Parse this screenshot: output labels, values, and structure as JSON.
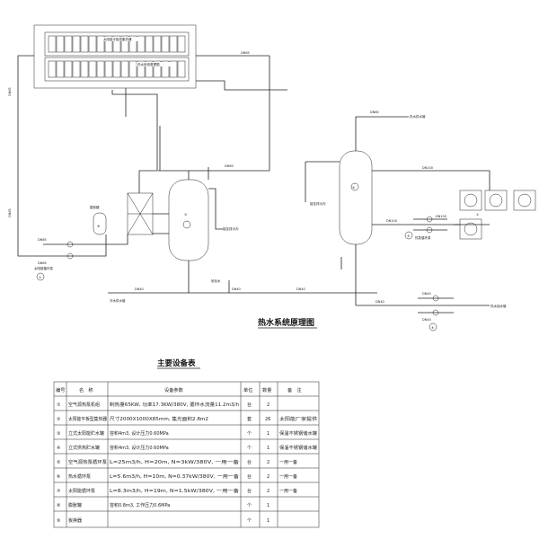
{
  "diagram": {
    "title": "热水系统原理图",
    "collector_label": "太阳能平板型集热器",
    "collector_label2": "热水系统原理图",
    "pipe_labels": [
      "DN65",
      "DN65",
      "DN65",
      "DN65",
      "DN65",
      "DN80",
      "DN100",
      "DN100",
      "DN100",
      "DN40",
      "DN40",
      "DN40",
      "DN40",
      "DN65",
      "DN40",
      "DN40"
    ],
    "notes": {
      "to_user_1": "热水供水管",
      "to_user_2": "热水回水管",
      "cold_water": "冷水供水管",
      "expansion": "膨胀罐",
      "circ_pump": "太阳能循环泵",
      "hp_pump": "热泵循环泵",
      "vent1": "接至排污沟",
      "vent2": "接至排污沟",
      "drain1": "接至排水沟",
      "drain2": "排至排水沟",
      "softener": "软化水"
    },
    "circle_numbers": [
      "①",
      "③",
      "④",
      "⑤",
      "⑥",
      "⑦",
      "⑧"
    ]
  },
  "table": {
    "title": "主要设备表",
    "headers": [
      "编号",
      "名　称",
      "设备参数",
      "单位",
      "数量",
      "备　注"
    ],
    "rows": [
      {
        "no": "①",
        "name": "空气源热泵机组",
        "spec": "制热量65KW, 功率17.3KW/380V, 循环水流量11.2m3/h",
        "unit": "台",
        "qty": "2",
        "note": ""
      },
      {
        "no": "②",
        "name": "太阳能平板型集热器",
        "spec": "尺寸2000X1000X85mm, 集光面积2.8m2",
        "unit": "套",
        "qty": "26",
        "note": "太阳能厂家提供"
      },
      {
        "no": "③",
        "name": "立式太阳能贮水罐",
        "spec": "容积4m3, 设计压力0.60MPa",
        "unit": "个",
        "qty": "1",
        "note": "保温不锈钢储水罐"
      },
      {
        "no": "④",
        "name": "立式供热贮水罐",
        "spec": "容积4m3, 设计压力0.60MPa",
        "unit": "个",
        "qty": "1",
        "note": "保温不锈钢储水罐"
      },
      {
        "no": "⑤",
        "name": "空气源热泵循环泵",
        "spec": "L=25m3/h, H=20m, N=3kW/380V, 一用一备",
        "unit": "台",
        "qty": "2",
        "note": "一用一备"
      },
      {
        "no": "⑥",
        "name": "热水循环泵",
        "spec": "L=5.6m3/h, H=10m, N=0.37kW/380V, 一用一备",
        "unit": "台",
        "qty": "2",
        "note": "一用一备"
      },
      {
        "no": "⑦",
        "name": "太阳能循环泵",
        "spec": "L=8.3m3/h, H=19m, N=1.5kW/380V, 一用一备",
        "unit": "台",
        "qty": "2",
        "note": "一用一备"
      },
      {
        "no": "⑧",
        "name": "膨胀罐",
        "spec": "容积0.8m3, 工作压力0.6MPa",
        "unit": "个",
        "qty": "1",
        "note": ""
      },
      {
        "no": "⑨",
        "name": "板换器",
        "spec": "",
        "unit": "个",
        "qty": "1",
        "note": ""
      }
    ]
  }
}
